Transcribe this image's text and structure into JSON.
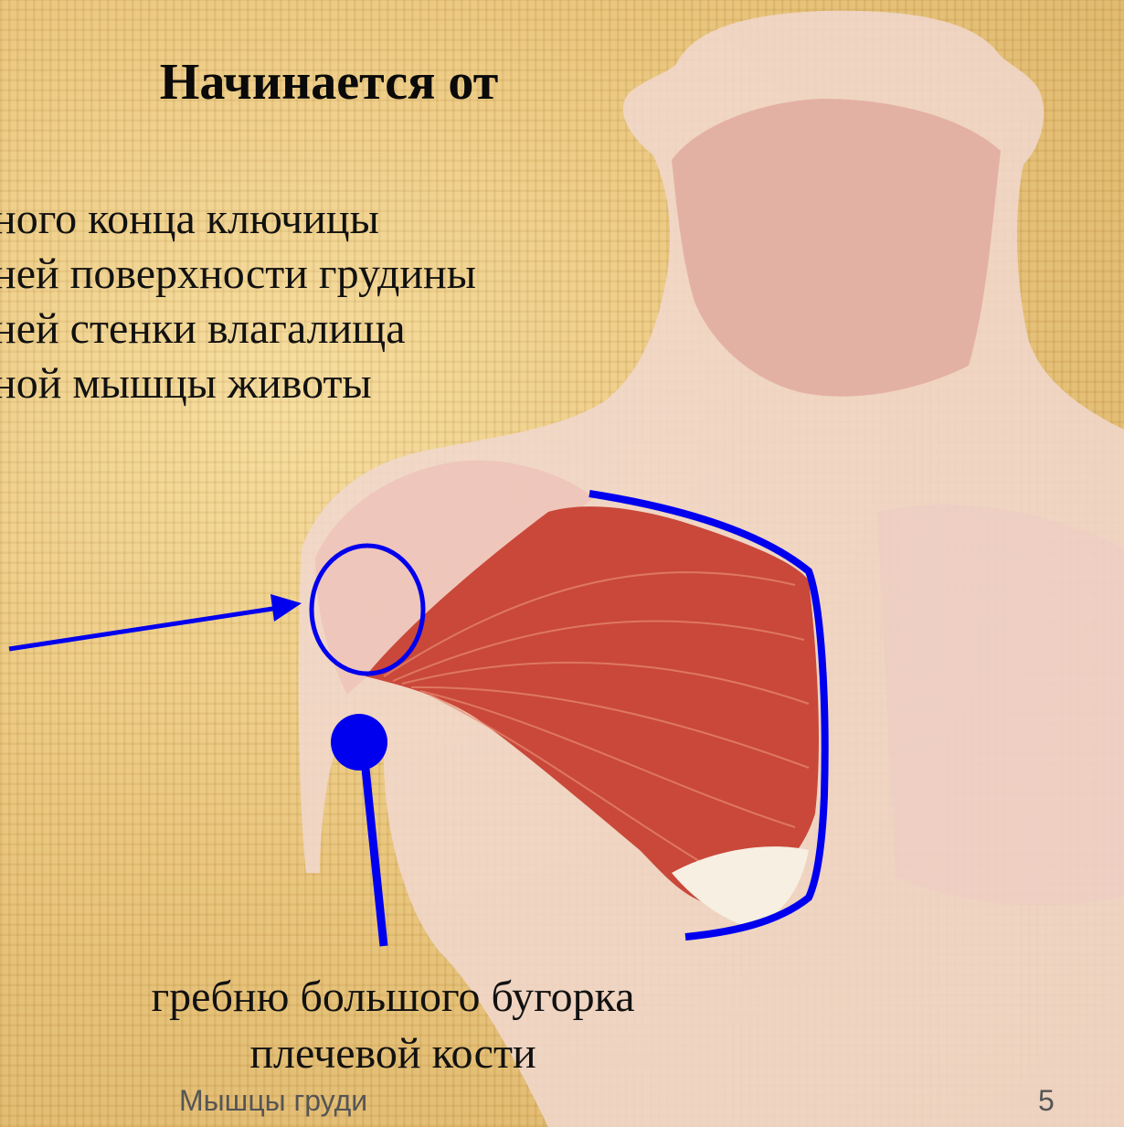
{
  "slide": {
    "title": "Начинается от",
    "origin_lines": [
      "ного конца ключицы",
      "ней поверхности грудины",
      "ней стенки влагалища",
      "ной мышцы животы"
    ],
    "insertion_lines": [
      "гребню большого бугорка",
      "плечевой кости"
    ],
    "footer": "Мышцы груди",
    "page_number": "5"
  },
  "colors": {
    "accent": "#0000ee",
    "background": "#e8c276",
    "muscle": "#c9483a"
  }
}
